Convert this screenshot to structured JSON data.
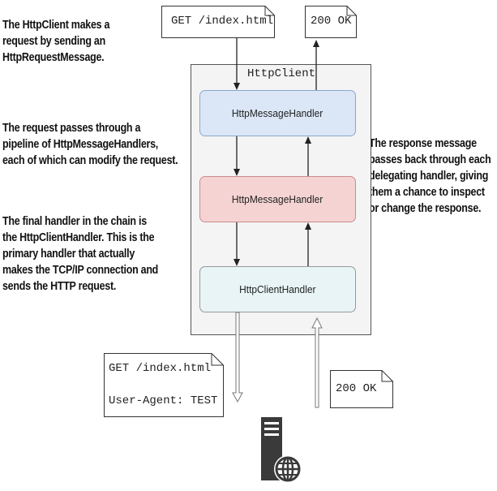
{
  "annotations": {
    "left_top": [
      "The HttpClient makes a",
      "request by sending an",
      "HttpRequestMessage."
    ],
    "left_middle": [
      "The request passes through a",
      "pipeline of HttpMessageHandlers,",
      "each of which can modify the request."
    ],
    "left_bottom": [
      "The final handler in the chain is",
      "the HttpClientHandler. This is the",
      "primary handler that actually",
      "makes the TCP/IP connection and",
      "sends the HTTP request."
    ],
    "right": [
      "The response message",
      "passes back through each",
      "delegating handler, giving",
      "them a chance to inspect",
      "or change the response."
    ]
  },
  "documents": {
    "request_top": "GET /index.html",
    "response_top": "200 OK",
    "request_bottom_line1": "GET /index.html",
    "request_bottom_line2": "User-Agent: TEST",
    "response_bottom": "200 OK"
  },
  "client": {
    "label": "HttpClient",
    "handlers": [
      "HttpMessageHandler",
      "HttpMessageHandler",
      "HttpClientHandler"
    ]
  },
  "icons": {
    "server": "server-globe-icon"
  },
  "colors": {
    "handler_blue": "#dbe7f7",
    "handler_red": "#f5d3d3",
    "handler_teal": "#e8f4f5",
    "client_bg": "#f4f4f4",
    "server": "#3a3a3a"
  }
}
